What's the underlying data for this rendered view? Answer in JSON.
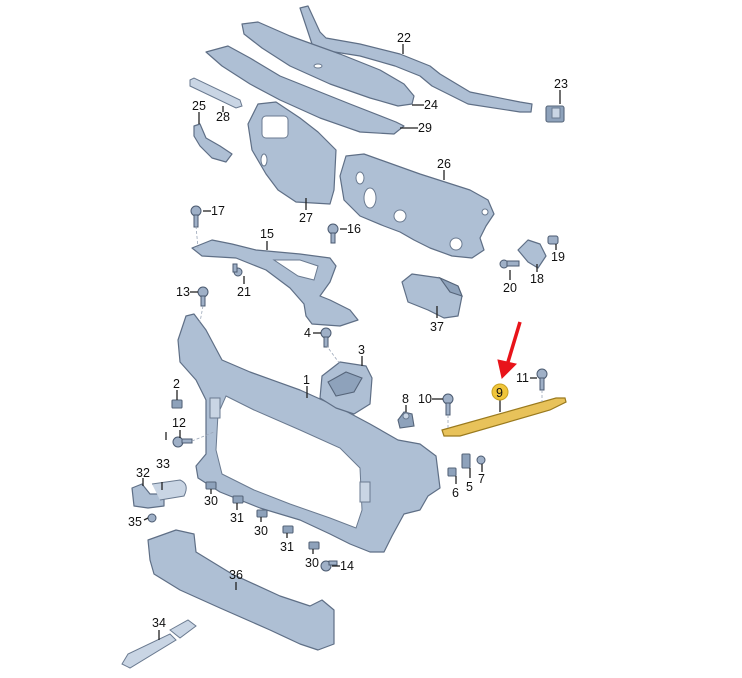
{
  "diagram": {
    "title": "Lock carrier / front end assembly exploded parts diagram",
    "highlighted_part": "9",
    "highlight_color": "#f0c53a",
    "highlight_part_color": "#e8c25a",
    "arrow_color": "#e8141a",
    "part_color": "#aebfd4",
    "labels": {
      "p1": "1",
      "p2": "2",
      "p3": "3",
      "p4": "4",
      "p5": "5",
      "p6": "6",
      "p7": "7",
      "p8": "8",
      "p9": "9",
      "p10": "10",
      "p11": "11",
      "p12": "12",
      "p13": "13",
      "p14": "14",
      "p15": "15",
      "p16": "16",
      "p17": "17",
      "p18": "18",
      "p19": "19",
      "p20": "20",
      "p21": "21",
      "p22": "22",
      "p23": "23",
      "p24": "24",
      "p25": "25",
      "p26": "26",
      "p27": "27",
      "p28": "28",
      "p29": "29",
      "p30a": "30",
      "p30b": "30",
      "p30c": "30",
      "p31a": "31",
      "p31b": "31",
      "p32": "32",
      "p33": "33",
      "p34": "34",
      "p35": "35",
      "p36": "36",
      "p37": "37"
    }
  }
}
